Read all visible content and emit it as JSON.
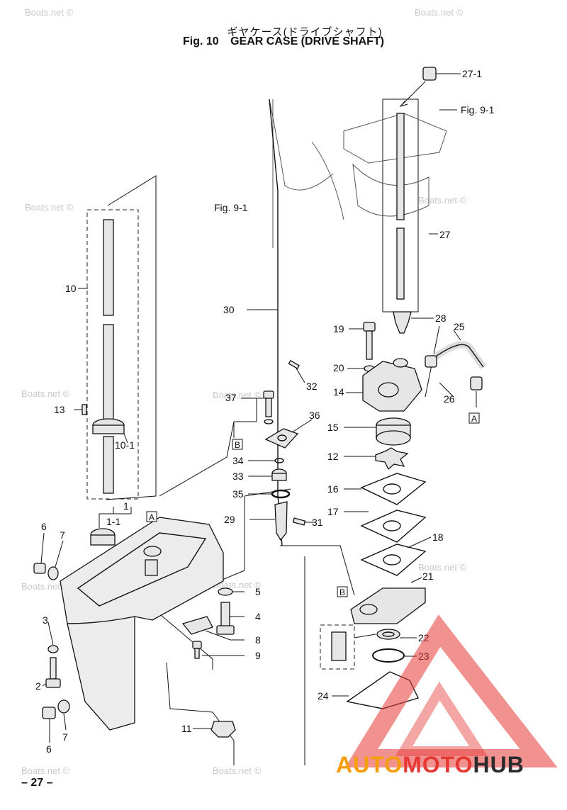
{
  "header": {
    "title_jp": "ギヤケース(ドライブシャフト)",
    "fig_label": "Fig. 10",
    "title_en": "GEAR CASE (DRIVE SHAFT)"
  },
  "page_number": "– 27 –",
  "watermark": "Boats.net ©",
  "brand": {
    "part1": "AUTO",
    "part2": "MOTO",
    "part3": "HUB",
    "color_red": "#e53935",
    "color_orange": "#f59e0b",
    "color_dark": "#2b2b2b"
  },
  "refs": {
    "fig9_top": "Fig. 9-1",
    "fig9_left": "Fig. 9-1",
    "box_a": "A",
    "box_b": "B"
  },
  "callouts": {
    "c27_1": "27-1",
    "c27": "27",
    "c28": "28",
    "c19": "19",
    "c25": "25",
    "c20": "20",
    "c14": "14",
    "c26": "26",
    "c30": "30",
    "c32": "32",
    "c10": "10",
    "c13": "13",
    "c10_1": "10-1",
    "c37": "37",
    "c36": "36",
    "c15": "15",
    "c12": "12",
    "c34": "34",
    "c33": "33",
    "c16": "16",
    "c35": "35",
    "c17": "17",
    "c29": "29",
    "c31": "31",
    "c18": "18",
    "c1": "1",
    "c1_1": "1-1",
    "c6a": "6",
    "c7a": "7",
    "c21": "21",
    "c5": "5",
    "c3": "3",
    "c4": "4",
    "c8": "8",
    "c22": "22",
    "c9": "9",
    "c23": "23",
    "c2": "2",
    "c24": "24",
    "c11": "11",
    "c6b": "6",
    "c7b": "7"
  }
}
